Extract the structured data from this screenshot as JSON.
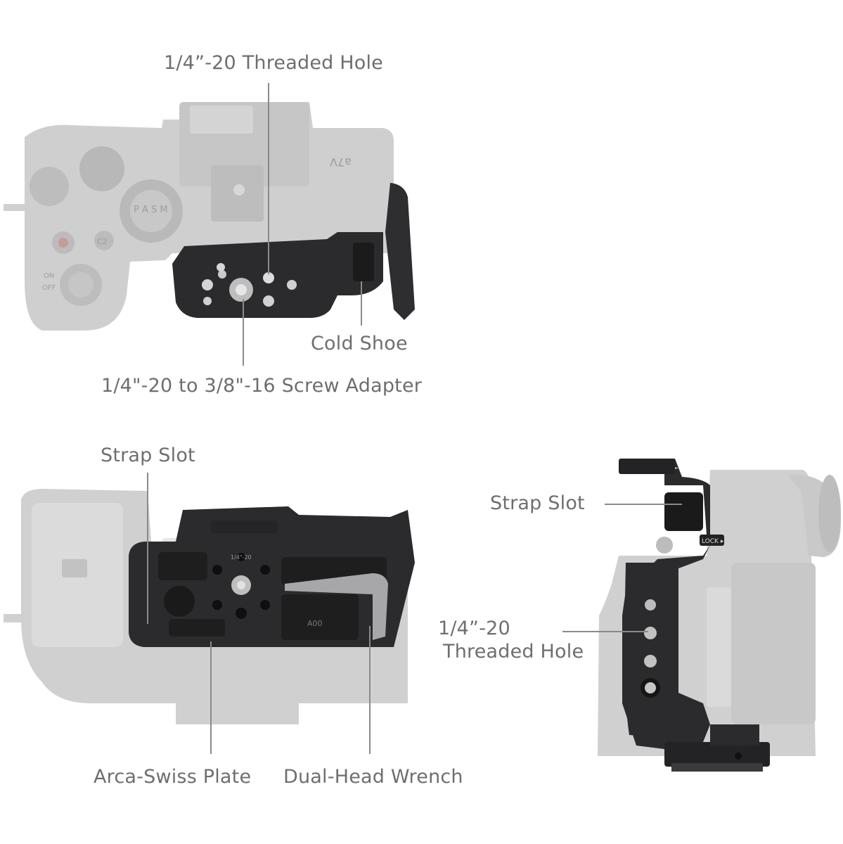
{
  "callouts": {
    "top": {
      "threaded_hole": "1/4”-20 Threaded Hole",
      "cold_shoe": "Cold Shoe",
      "screw_adapter": "1/4\"-20 to 3/8\"-16 Screw Adapter"
    },
    "bottom_left": {
      "strap_slot": "Strap Slot",
      "arca_plate": "Arca-Swiss Plate",
      "wrench": "Dual-Head Wrench"
    },
    "side": {
      "strap_slot": "Strap Slot",
      "threaded_hole_line1": "1/4”-20",
      "threaded_hole_line2": "Threaded Hole"
    }
  },
  "product_markings": {
    "model": "a7V",
    "lock": "LOCK ▸",
    "dial_modes": "P A S M",
    "thread_mark": "1/4\"-20",
    "plate_code": "A00",
    "on": "ON",
    "off": "OFF",
    "c2": "C2"
  },
  "colors": {
    "camera_gray": "#c9c9c9",
    "cage_dark": "#2b2b2d",
    "text_gray": "#6e6e6e",
    "leader_line": "#8a8a8a"
  }
}
